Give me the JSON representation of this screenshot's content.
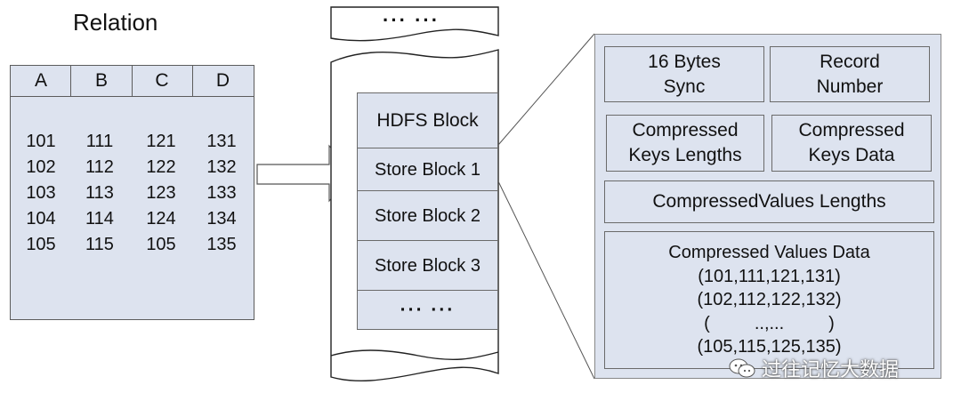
{
  "relation": {
    "title": "Relation",
    "columns": [
      "A",
      "B",
      "C",
      "D"
    ],
    "rows": [
      [
        "101",
        "111",
        "121",
        "131"
      ],
      [
        "102",
        "112",
        "122",
        "132"
      ],
      [
        "103",
        "113",
        "123",
        "133"
      ],
      [
        "104",
        "114",
        "124",
        "134"
      ],
      [
        "105",
        "115",
        "105",
        "135"
      ]
    ]
  },
  "hdfs": {
    "top_ellipsis": "··· ···",
    "blocks": [
      "HDFS Block",
      "Store Block 1",
      "Store Block 2",
      "Store Block 3"
    ],
    "bottom_ellipsis": "··· ···"
  },
  "store_block": {
    "sync": "16 Bytes\nSync",
    "record_number": "Record\nNumber",
    "keys_lengths": "Compressed\nKeys Lengths",
    "keys_data": "Compressed\nKeys  Data",
    "values_lengths": "CompressedValues Lengths",
    "values_data_title": "Compressed Values Data",
    "values_data_lines": [
      "(101,111,121,131)",
      "(102,112,122,132)",
      "(         ..,...         )",
      "(105,115,125,135)"
    ]
  },
  "watermark": {
    "text": "过往记忆大数据"
  }
}
